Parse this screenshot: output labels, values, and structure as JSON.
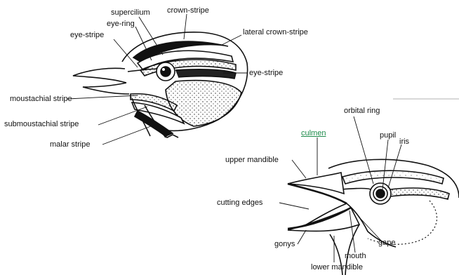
{
  "colors": {
    "ink": "#111111",
    "link": "#1d8a4a",
    "paper": "#ffffff"
  },
  "upper_head": {
    "labels": {
      "supercilium": "supercilium",
      "crown_stripe": "crown-stripe",
      "eye_ring": "eye-ring",
      "eye_stripe_left": "eye-stripe",
      "lateral_crown_stripe": "lateral crown-stripe",
      "eye_stripe_right": "eye-stripe",
      "moustachial_stripe": "moustachial stripe",
      "submoustachial_stripe": "submoustachial stripe",
      "malar_stripe": "malar stripe"
    }
  },
  "lower_head": {
    "labels": {
      "orbital_ring": "orbital ring",
      "culmen": "culmen",
      "pupil": "pupil",
      "iris": "iris",
      "upper_mandible": "upper mandible",
      "cutting_edges": "cutting edges",
      "gonys": "gonys",
      "mouth": "mouth",
      "gape": "gape",
      "lower_mandible": "lower mandible"
    }
  }
}
